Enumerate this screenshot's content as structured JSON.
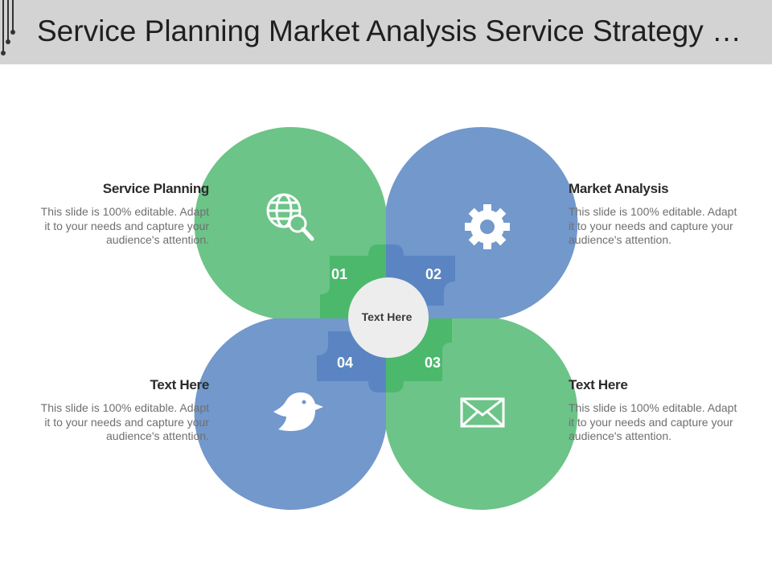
{
  "slide": {
    "title": "Service Planning Market Analysis Service Strategy Customer Service Cpb"
  },
  "colors": {
    "green": "#5ec27c",
    "green_dark": "#47b468",
    "blue": "#6c93ca",
    "blue_dark": "#5580c0",
    "center": "#ededed",
    "header_bg": "#d3d3d3"
  },
  "center": {
    "label": "Text Here"
  },
  "segments": [
    {
      "number": "01",
      "icon": "globe-search-icon"
    },
    {
      "number": "02",
      "icon": "gear-icon"
    },
    {
      "number": "03",
      "icon": "envelope-icon"
    },
    {
      "number": "04",
      "icon": "bird-icon"
    }
  ],
  "blocks": [
    {
      "heading": "Service Planning",
      "body": "This slide is 100% editable. Adapt it to your needs and capture your audience's attention."
    },
    {
      "heading": "Market Analysis",
      "body": "This slide is 100% editable. Adapt it to your needs and capture your audience's attention."
    },
    {
      "heading": "Text Here",
      "body": "This slide is 100% editable. Adapt it to your needs and capture your audience's attention."
    },
    {
      "heading": "Text Here",
      "body": "This slide is 100% editable. Adapt it to your needs and capture your audience's attention."
    }
  ]
}
